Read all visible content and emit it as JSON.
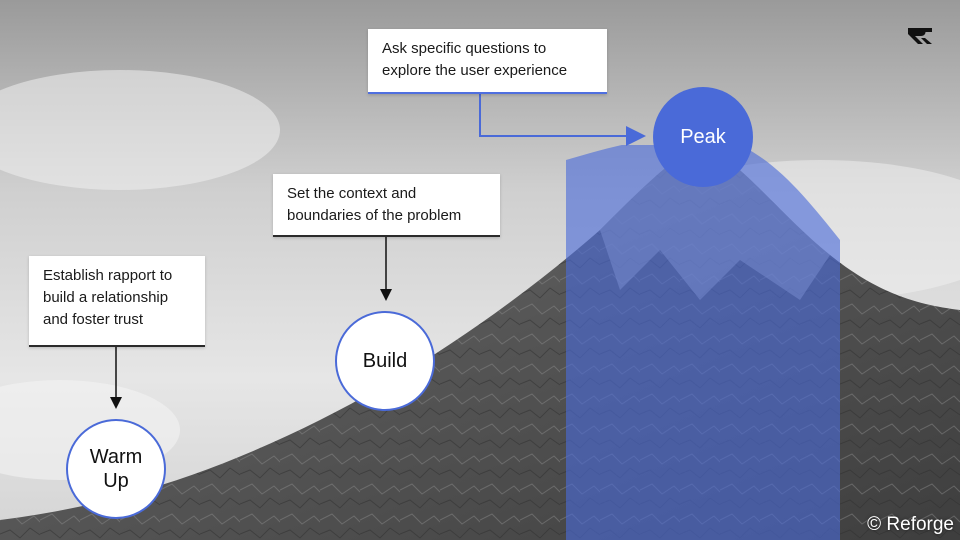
{
  "stages": [
    {
      "id": "warm-up",
      "lines": [
        "Warm",
        "Up"
      ],
      "description": [
        "Establish rapport to",
        "build a relationship",
        "and foster trust"
      ]
    },
    {
      "id": "build",
      "lines": [
        "Build"
      ],
      "description": [
        "Set the context and",
        "boundaries of the problem"
      ]
    },
    {
      "id": "peak",
      "lines": [
        "Peak"
      ],
      "description": [
        "Ask specific questions to",
        "explore the user experience"
      ]
    }
  ],
  "colors": {
    "accent": "#4a6ad8",
    "sky": "#d9d9d9",
    "mountain": "#5a5a5a"
  },
  "footer": {
    "copyright": "© Reforge"
  },
  "logo_icon": "reforge-logo-icon"
}
